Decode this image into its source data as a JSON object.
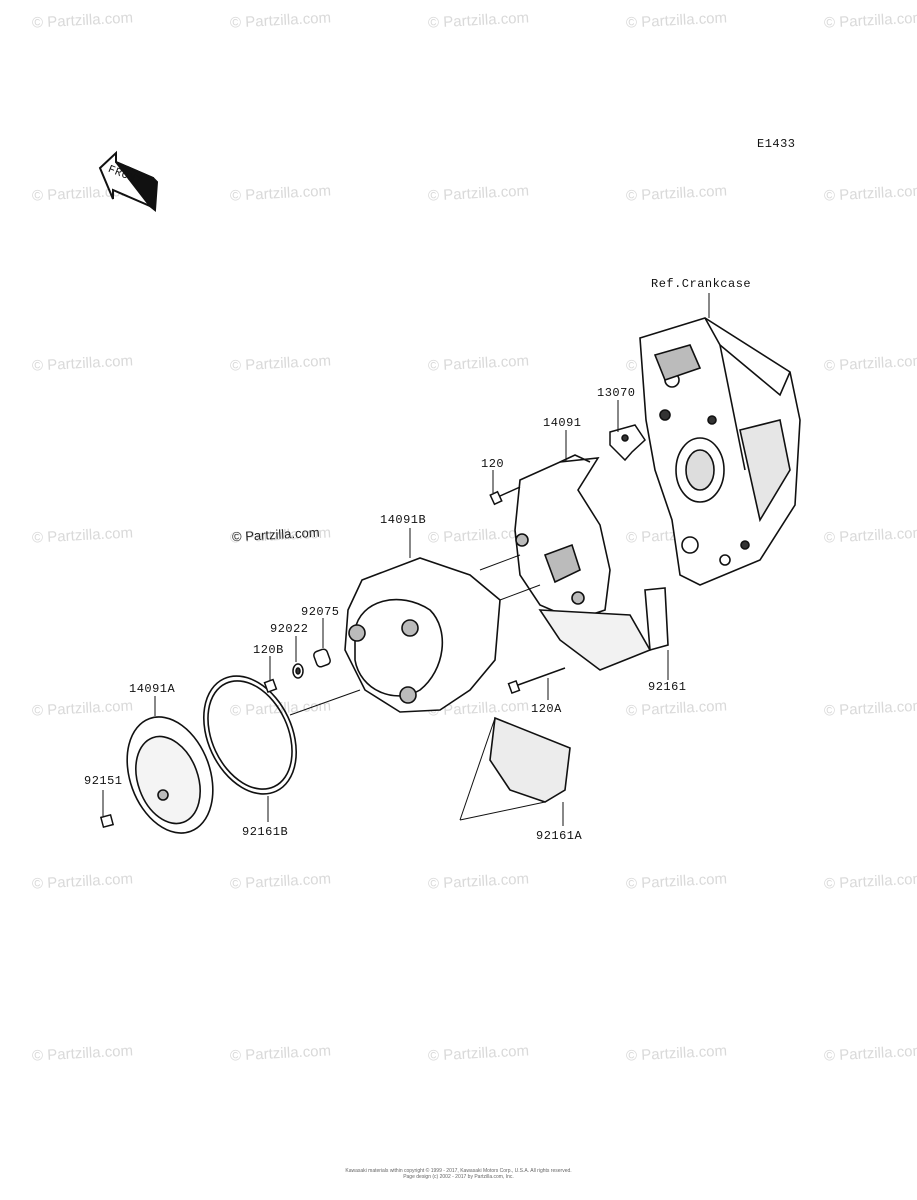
{
  "diagram_code": "E1433",
  "front_label": "FRONT",
  "reference_label": "Ref.Crankcase",
  "watermark": "© Partzilla.com",
  "watermark_dark": "© Partzilla.com",
  "parts": [
    {
      "id": "p13070",
      "label": "13070"
    },
    {
      "id": "p14091",
      "label": "14091"
    },
    {
      "id": "p120",
      "label": "120"
    },
    {
      "id": "p14091B",
      "label": "14091B"
    },
    {
      "id": "p92075",
      "label": "92075"
    },
    {
      "id": "p92022",
      "label": "92022"
    },
    {
      "id": "p120B",
      "label": "120B"
    },
    {
      "id": "p14091A",
      "label": "14091A"
    },
    {
      "id": "p92151",
      "label": "92151"
    },
    {
      "id": "p92161B",
      "label": "92161B"
    },
    {
      "id": "p92161",
      "label": "92161"
    },
    {
      "id": "p120A",
      "label": "120A"
    },
    {
      "id": "p92161A",
      "label": "92161A"
    }
  ],
  "copyright": [
    "Kawasaki materials within copyright © 1999 - 2017, Kawasaki Motors Corp., U.S.A. All rights reserved.",
    "Page design (c) 2002 - 2017 by Partzilla.com, Inc."
  ]
}
